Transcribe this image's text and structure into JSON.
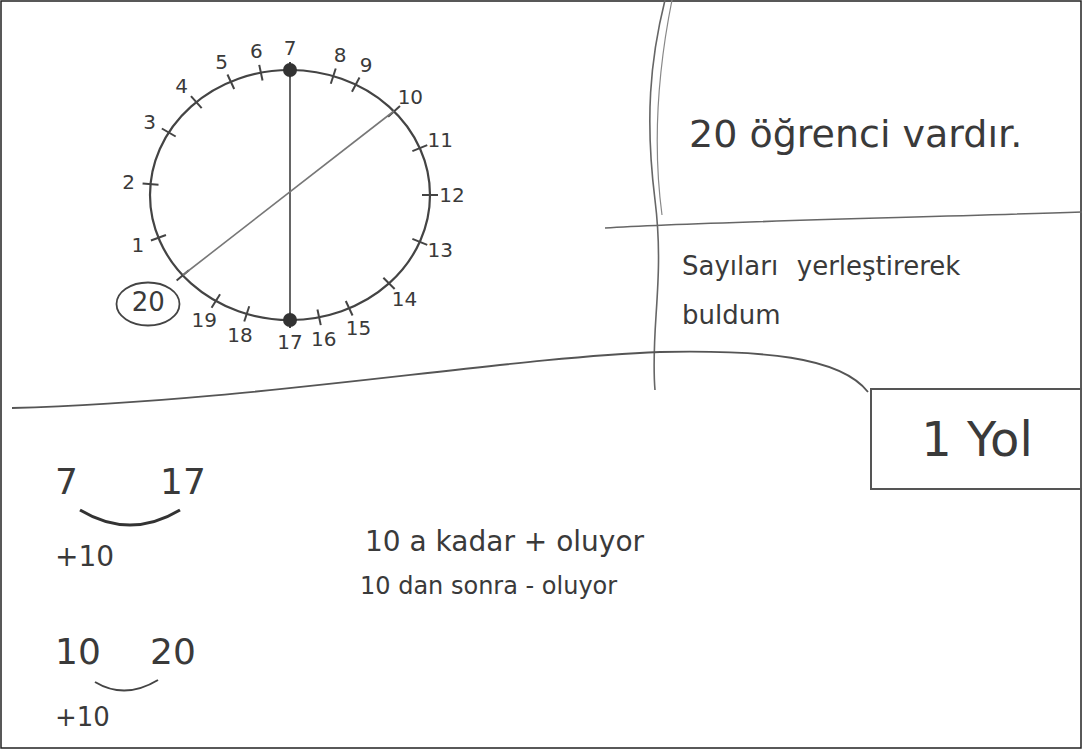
{
  "diagram": {
    "nodes": [
      {
        "text": [
          "20"
        ]
      },
      {
        "text": [
          "20 öğrenci vardır."
        ]
      },
      {
        "text": [
          "Sayıları yerleştirerek buldum"
        ]
      },
      {
        "text": [
          "1 Yol"
        ]
      }
    ],
    "labels": [
      "1",
      "2",
      "3",
      "4",
      "5",
      "6",
      "7",
      "8",
      "9",
      "10",
      "11",
      "12",
      "13",
      "14",
      "15",
      "16",
      "17",
      "18",
      "19",
      "7",
      "17",
      "+10",
      "10",
      "20",
      "+10",
      "10 a kadar + oluyor",
      "10 dan sonra - oluyor"
    ]
  }
}
